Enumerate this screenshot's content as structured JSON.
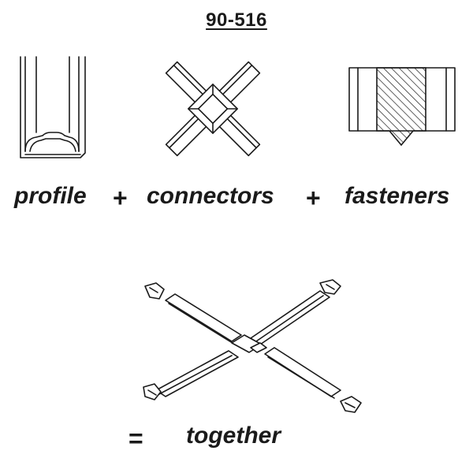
{
  "header": {
    "part_number": "90-516"
  },
  "components": [
    {
      "label": "profile",
      "icon": "profile-cross-section-icon"
    },
    {
      "label": "connectors",
      "icon": "cross-connector-icon"
    },
    {
      "label": "fasteners",
      "icon": "fastener-icon"
    }
  ],
  "operators": {
    "plus": "+",
    "equals": "="
  },
  "result": {
    "label": "together",
    "icon": "assembled-cross-icon"
  }
}
